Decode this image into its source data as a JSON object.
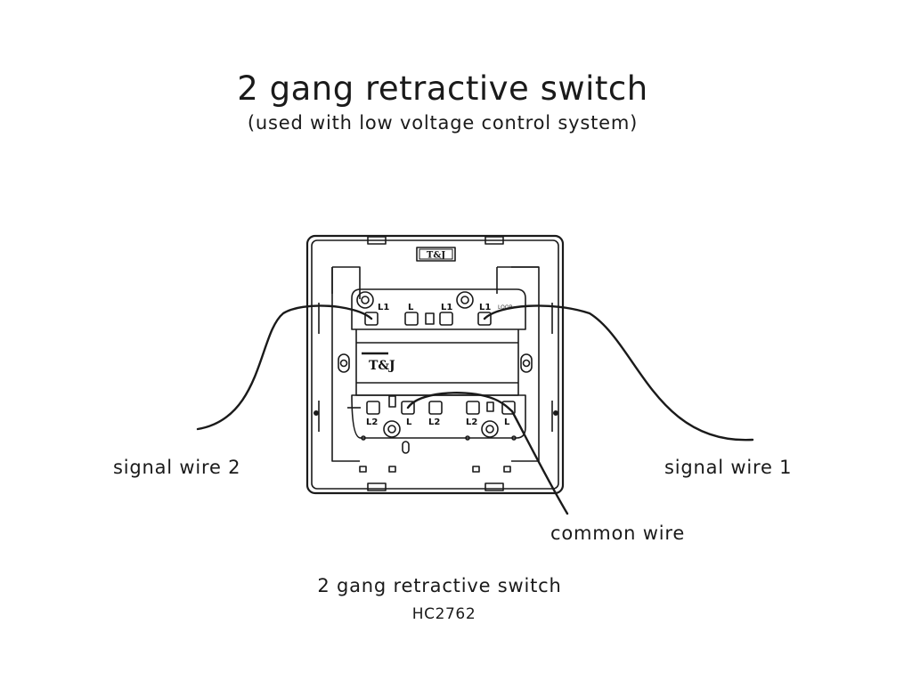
{
  "header": {
    "title": "2 gang retractive switch",
    "subtitle": "(used with low voltage control system)"
  },
  "labels": {
    "signal_wire_2": "signal wire 2",
    "signal_wire_1": "signal wire 1",
    "common_wire": "common wire"
  },
  "device": {
    "brand": "T&J",
    "top_terminals": [
      "L1",
      "L",
      "L1",
      "L1"
    ],
    "loop_label": "LOOP",
    "bottom_terminals": [
      "L2",
      "L",
      "L2",
      "L2",
      "L"
    ]
  },
  "footer": {
    "caption": "2 gang retractive switch",
    "model": "HC2762"
  }
}
